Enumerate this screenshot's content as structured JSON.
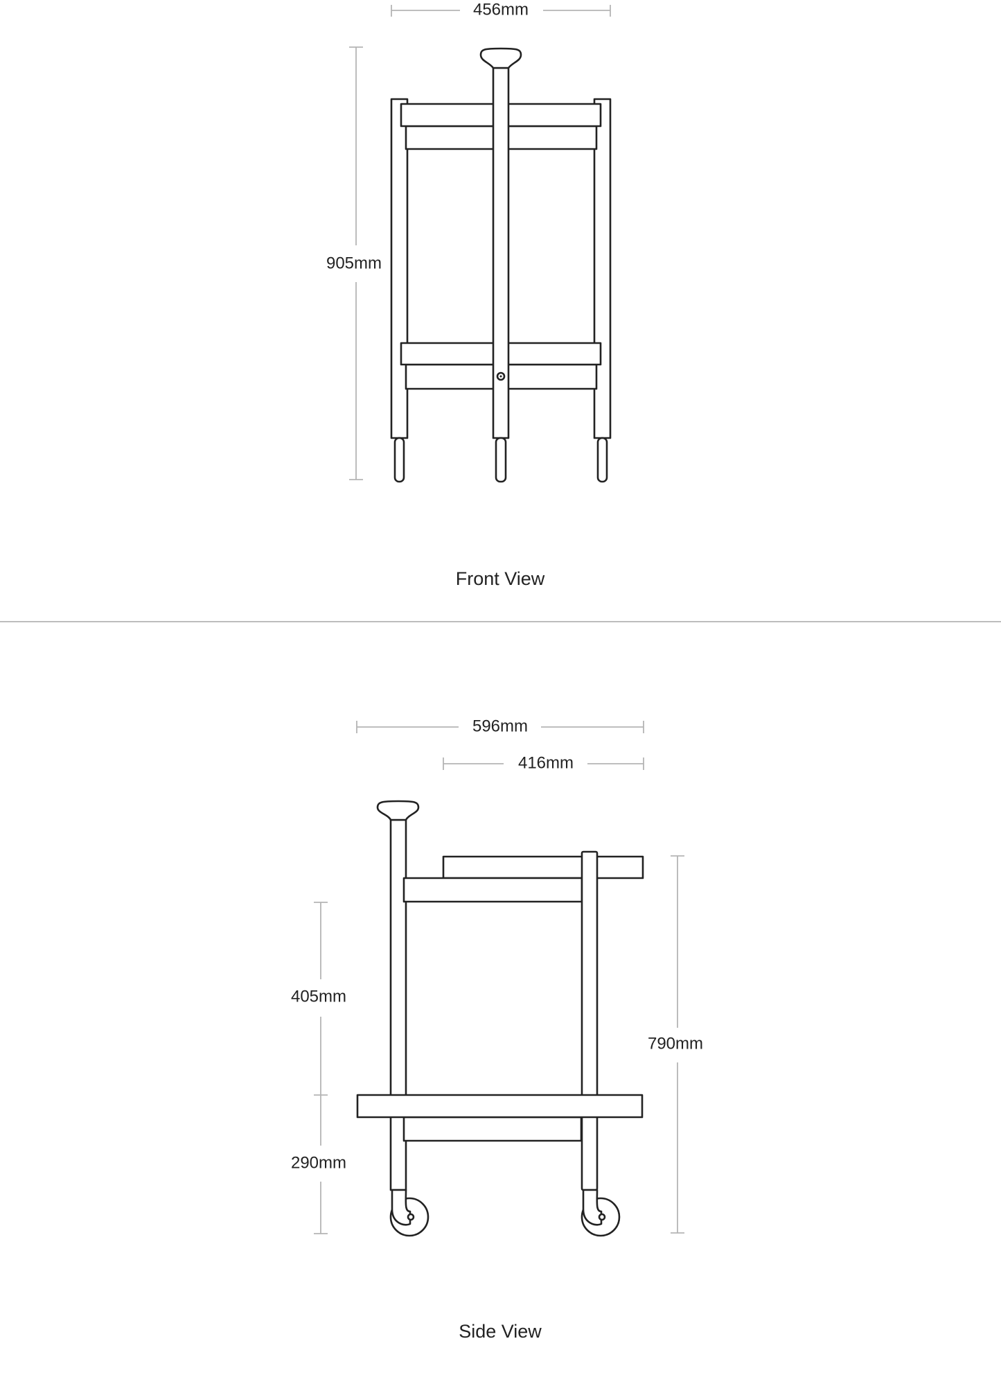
{
  "front_view": {
    "label": "Front View",
    "width_dimension": "456mm",
    "height_dimension": "905mm"
  },
  "side_view": {
    "label": "Side View",
    "overall_depth_dimension": "596mm",
    "tray_depth_dimension": "416mm",
    "shelf_spacing_dimension": "405mm",
    "lower_shelf_height_dimension": "290mm",
    "tray_height_dimension": "790mm"
  },
  "colors": {
    "line": "#222222",
    "dimension": "#b4b4b4"
  }
}
